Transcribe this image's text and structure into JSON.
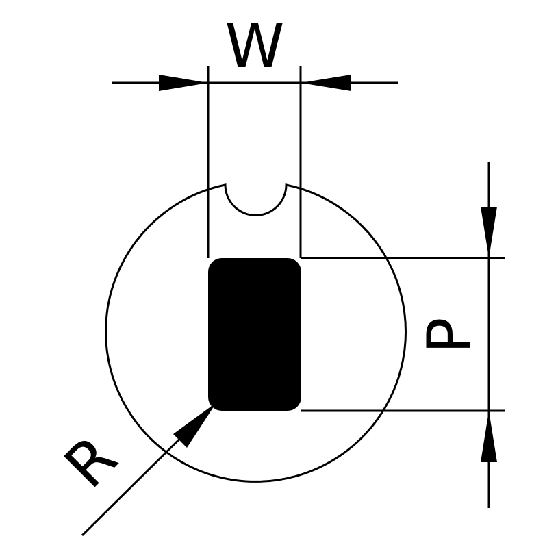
{
  "labels": {
    "width": "W",
    "depth": "P",
    "radius": "R"
  },
  "colors": {
    "line": "#000000",
    "fill": "#000000",
    "background": "#ffffff"
  }
}
